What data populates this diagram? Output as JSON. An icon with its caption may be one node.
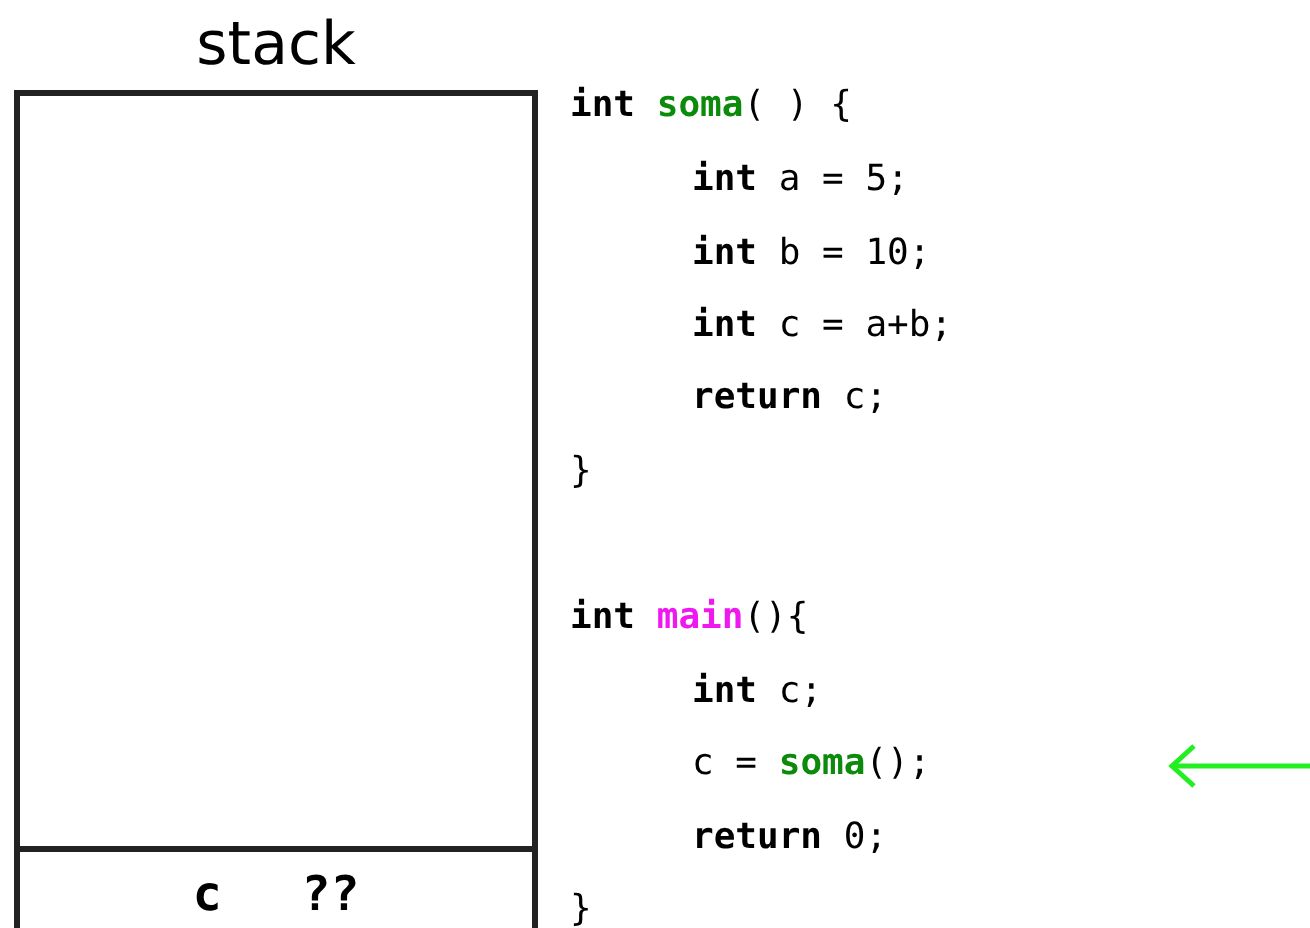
{
  "diagram": {
    "nodes": [
      {
        "text": [
          "stack"
        ]
      },
      {
        "text": [
          "c",
          "??"
        ],
        "in": 0
      }
    ],
    "edges": [],
    "labels": [
      "**int** **soma**( ) {",
      "**int** a = 5;",
      "**int** b = 10;",
      "**int** c = a+b;",
      "**return** c;",
      "}",
      "**int** **main**(){",
      "**int** c;",
      "c = **soma**();",
      "**return** 0;",
      "}"
    ]
  }
}
